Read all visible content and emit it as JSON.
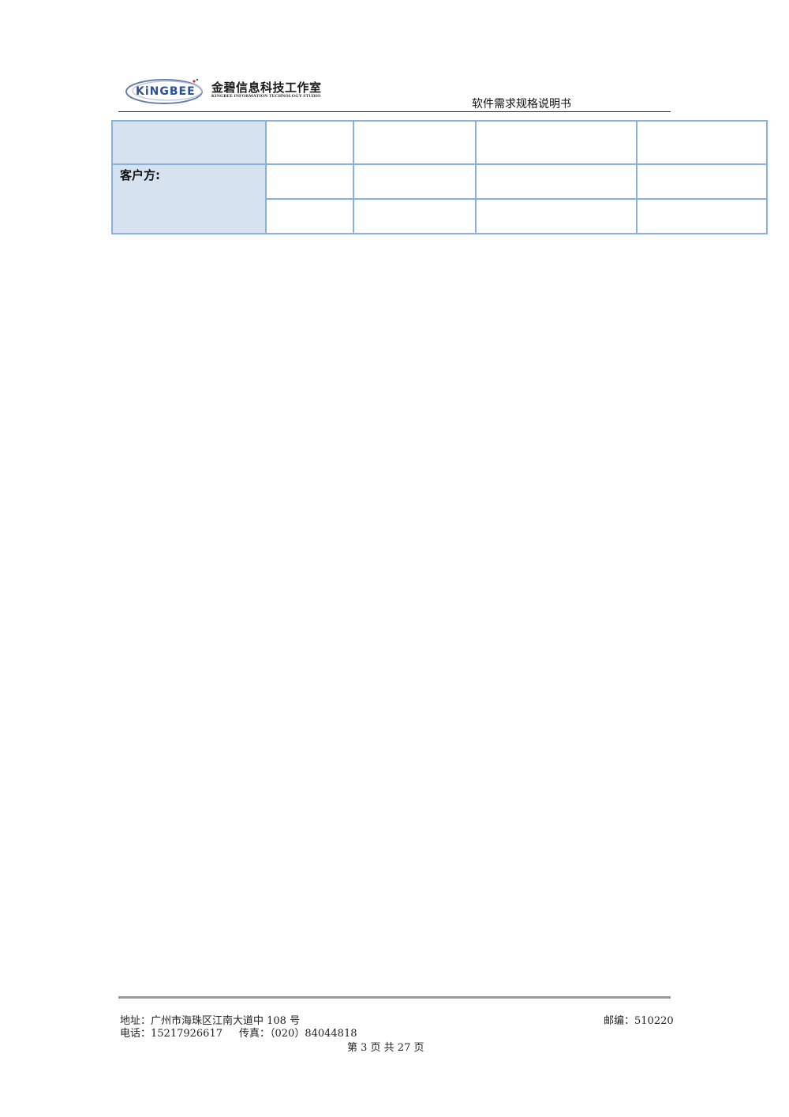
{
  "header": {
    "logo_wordmark": "KiNGBEE",
    "company_name_cn": "金碧信息科技工作室",
    "company_name_en": "KINGBEE INFORMATION TECHNOLOGY STUDIO",
    "doc_title": "软件需求规格说明书",
    "colors": {
      "logo_blue": "#2e4f9a",
      "logo_ring": "#5a6f9e",
      "logo_accent_red": "#c0342b"
    }
  },
  "sign_table": {
    "border_color": "#8ab0dc",
    "label_fill": "#d6e2f0",
    "top_label": "",
    "customer_label": "客户方:"
  },
  "footer": {
    "address": "地址：广州市海珠区江南大道中 108 号",
    "postcode": "邮编：510220",
    "phone": "电话：15217926617",
    "fax": "传真：（020）84044818",
    "page_info": "第 3 页 共 27 页"
  }
}
